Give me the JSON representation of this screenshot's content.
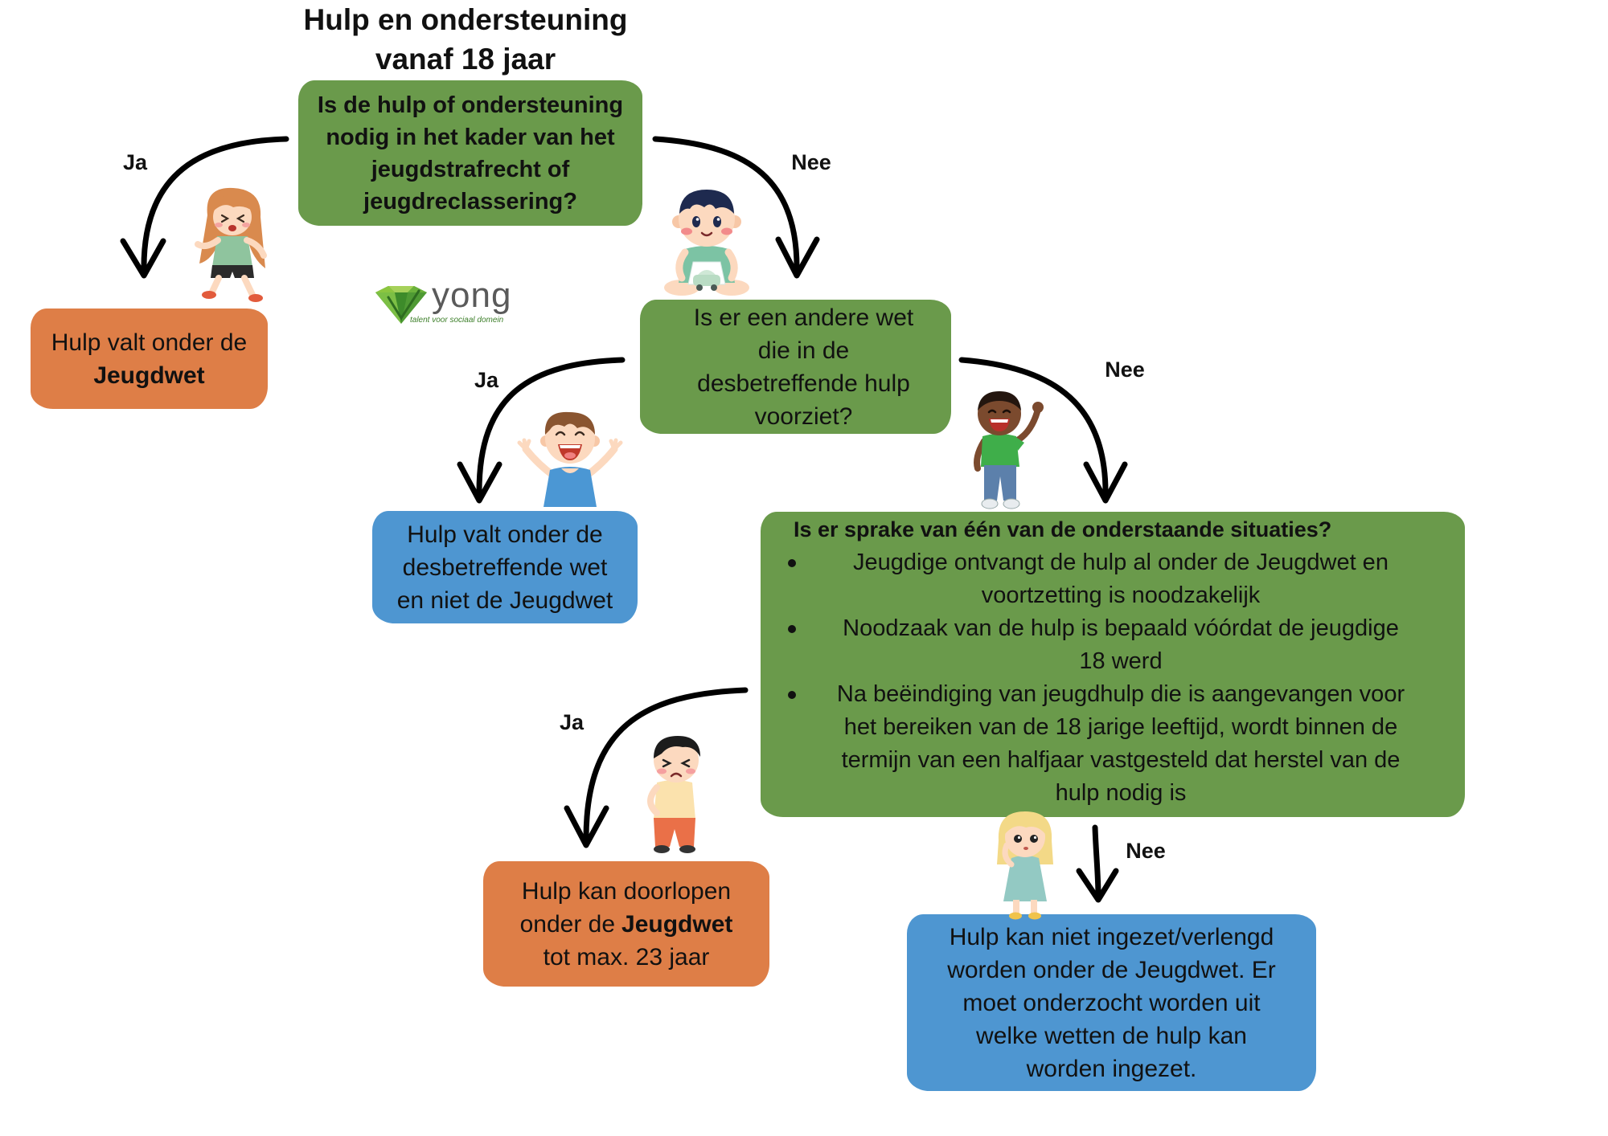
{
  "title": {
    "line1": "Hulp en ondersteuning",
    "line2": "vanaf 18 jaar"
  },
  "logo": {
    "wordmark": "yong",
    "tagline": "talent voor sociaal domein",
    "icon": "green-diamond-v-icon"
  },
  "colors": {
    "green": "#6a9a4b",
    "orange": "#de7e47",
    "blue": "#4e96d1",
    "arrow": "#000000",
    "text": "#111111"
  },
  "question1": {
    "lines": [
      "Is de hulp of ondersteuning",
      "nodig in het kader van het",
      "jeugdstrafrecht of",
      "jeugdreclassering?"
    ],
    "yes_label": "Ja",
    "no_label": "Nee"
  },
  "result_yes1": {
    "line1": "Hulp valt onder de",
    "line2_bold": "Jeugdwet"
  },
  "question2": {
    "lines": [
      "Is er een andere wet",
      "die in de",
      "desbetreffende hulp",
      "voorziet?"
    ],
    "yes_label": "Ja",
    "no_label": "Nee"
  },
  "result_yes2": {
    "lines": [
      "Hulp valt onder de",
      "desbetreffende wet",
      "en niet de Jeugdwet"
    ]
  },
  "question3": {
    "heading": "Is er sprake van één van de onderstaande situaties?",
    "bullets": [
      {
        "lines": [
          "Jeugdige ontvangt de hulp al onder de Jeugdwet en",
          "voortzetting is noodzakelijk"
        ]
      },
      {
        "lines": [
          "Noodzaak van de hulp is bepaald vóórdat de jeugdige",
          "18 werd"
        ]
      },
      {
        "lines": [
          "Na beëindiging van jeugdhulp die is aangevangen voor",
          "het bereiken van de 18 jarige leeftijd, wordt binnen de",
          "termijn van een halfjaar vastgesteld dat herstel van de",
          "hulp nodig is"
        ]
      }
    ],
    "yes_label": "Ja",
    "no_label": "Nee"
  },
  "result_yes3": {
    "line1": "Hulp kan doorlopen",
    "line2": "onder de",
    "line2_bold": "Jeugdwet",
    "line3": "tot max. 23 jaar"
  },
  "result_no3": {
    "lines": [
      "Hulp kan niet ingezet/verlengd",
      "worden onder de Jeugdwet. Er",
      "moet onderzocht worden uit",
      "welke wetten de hulp kan",
      "worden ingezet."
    ]
  },
  "illustrations": [
    "crying-girl-icon",
    "sitting-boy-toy-car-icon",
    "laughing-boy-icon",
    "waving-boy-icon",
    "sad-boy-icon",
    "thinking-girl-icon"
  ]
}
